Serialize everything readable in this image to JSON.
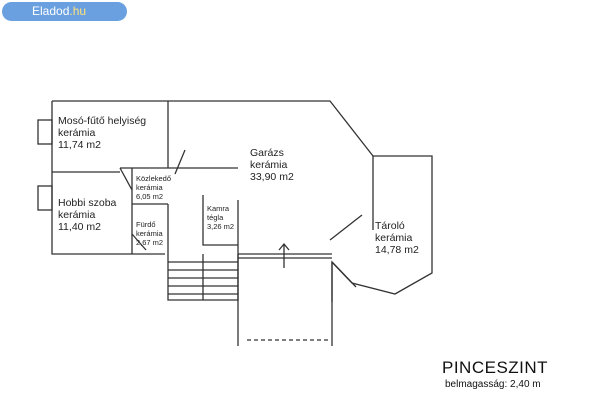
{
  "watermark": {
    "brand": "Eladod",
    "tld": ".hu"
  },
  "rooms": [
    {
      "id": "moso",
      "lines": [
        "Mosó-fűtő helyiség",
        "kerámia",
        "11,74 m2"
      ]
    },
    {
      "id": "hobbi",
      "lines": [
        "Hobbi szoba",
        "kerámia",
        "11,40 m2"
      ]
    },
    {
      "id": "kozlekedo",
      "lines": [
        "Közlekedő",
        "kerámia",
        "6,05 m2"
      ]
    },
    {
      "id": "furdo",
      "lines": [
        "Fürdő",
        "kerámia",
        "2,67 m2"
      ]
    },
    {
      "id": "kamra",
      "lines": [
        "Kamra",
        "tégla",
        "3,26 m2"
      ]
    },
    {
      "id": "garazs",
      "lines": [
        "Garázs",
        "kerámia",
        "33,90 m2"
      ]
    },
    {
      "id": "tarolo",
      "lines": [
        "Tároló",
        "kerámia",
        "14,78 m2"
      ]
    }
  ],
  "floor": {
    "title": "PINCESZINT",
    "subtitle": "belmagasság: 2,40 m"
  },
  "colors": {
    "line": "#333333",
    "badge": "#6aa0e0"
  }
}
